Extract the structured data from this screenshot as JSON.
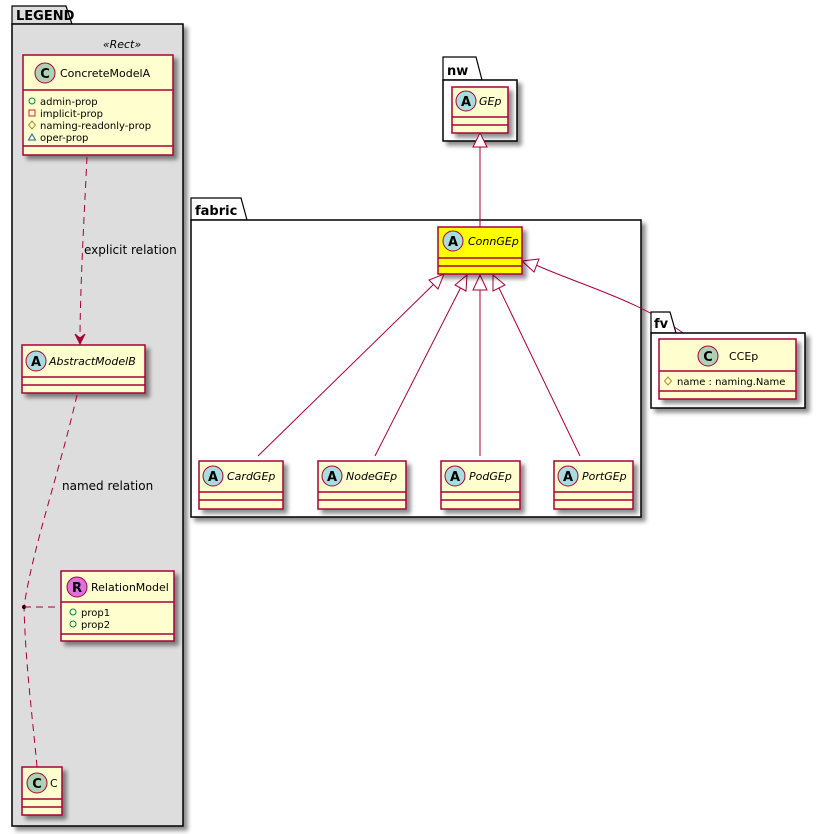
{
  "colors": {
    "border": "#A80036",
    "class_fill": "#FEFECE",
    "highlight_fill": "#FFFF00",
    "legend_fill": "#DDDDDD",
    "badge_class": "#ADD1B2",
    "badge_abstract": "#A9DCDF",
    "badge_relation": "#DF6FDF",
    "vis_public": "#038048",
    "vis_private": "#C82930",
    "vis_protected": "#B38D22",
    "vis_package": "#1963A0"
  },
  "packages": {
    "legend": {
      "label": "LEGEND",
      "stereotype": "«Rect»"
    },
    "nw": {
      "label": "nw"
    },
    "fabric": {
      "label": "fabric"
    },
    "fv": {
      "label": "fv"
    }
  },
  "legend": {
    "concrete": {
      "badge": "C",
      "name": "ConcreteModelA",
      "attributes": [
        {
          "visibility": "public",
          "symbol": "circle",
          "text": "admin-prop"
        },
        {
          "visibility": "private",
          "symbol": "square",
          "text": "implicit-prop"
        },
        {
          "visibility": "protected",
          "symbol": "diamond",
          "text": "naming-readonly-prop"
        },
        {
          "visibility": "package",
          "symbol": "triangle",
          "text": "oper-prop"
        }
      ]
    },
    "abstract": {
      "badge": "A",
      "name": "AbstractModelB"
    },
    "relation": {
      "badge": "R",
      "name": "RelationModel",
      "attributes": [
        {
          "visibility": "public",
          "symbol": "circle",
          "text": "prop1"
        },
        {
          "visibility": "public",
          "symbol": "circle",
          "text": "prop2"
        }
      ]
    },
    "target": {
      "badge": "C",
      "name": "C"
    },
    "edges": {
      "explicit": "explicit relation",
      "named": "named relation"
    }
  },
  "classes": {
    "gep": {
      "badge": "A",
      "name": "GEp"
    },
    "conngep": {
      "badge": "A",
      "name": "ConnGEp"
    },
    "cardgep": {
      "badge": "A",
      "name": "CardGEp"
    },
    "nodegep": {
      "badge": "A",
      "name": "NodeGEp"
    },
    "podgep": {
      "badge": "A",
      "name": "PodGEp"
    },
    "portgep": {
      "badge": "A",
      "name": "PortGEp"
    },
    "ccep": {
      "badge": "C",
      "name": "CCEp",
      "attributes": [
        {
          "visibility": "protected",
          "symbol": "diamond",
          "text": "name : naming.Name"
        }
      ]
    }
  }
}
